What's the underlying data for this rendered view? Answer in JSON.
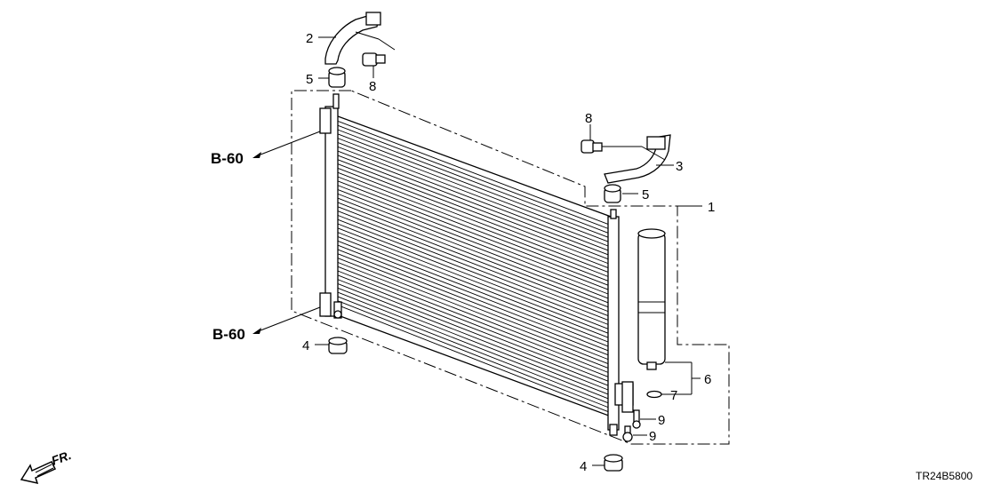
{
  "callouts": {
    "c1": "1",
    "c2": "2",
    "c3": "3",
    "c4_left": "4",
    "c4_bottom": "4",
    "c5_top": "5",
    "c5_right": "5",
    "c6": "6",
    "c7": "7",
    "c8_top": "8",
    "c8_right": "8",
    "c9_upper": "9",
    "c9_lower": "9"
  },
  "refs": {
    "b60_upper": "B-60",
    "b60_lower": "B-60"
  },
  "direction_label": "FR.",
  "diagram_code": "TR24B5800"
}
